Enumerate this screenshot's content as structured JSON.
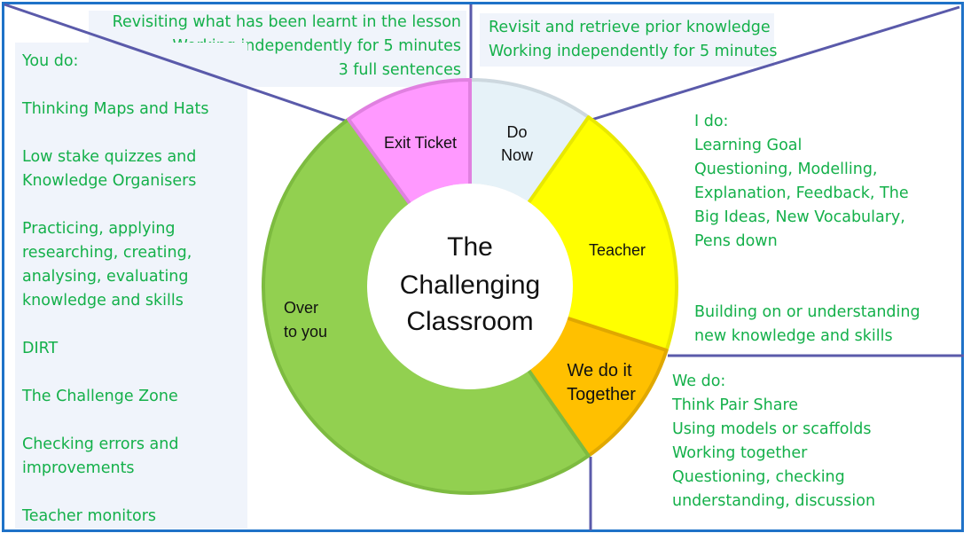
{
  "title": "The Challenging Classroom",
  "center_lines": [
    "The",
    "Challenging",
    "Classroom"
  ],
  "colors": {
    "frame": "#1f72c8",
    "connector": "#5a5aaa",
    "text_green": "#14b04a",
    "panel_bg": "#f0f4fb"
  },
  "segments": [
    {
      "id": "do-now",
      "lines": [
        "Do",
        "Now"
      ],
      "fill": "#e6f2f8",
      "stroke": "#cdd8df",
      "start_deg": 0,
      "end_deg": 35
    },
    {
      "id": "teacher",
      "lines": [
        "Teacher"
      ],
      "fill": "#ffff00",
      "stroke": "#e8e800",
      "start_deg": 35,
      "end_deg": 108
    },
    {
      "id": "we-do-it-together",
      "lines": [
        "We do it",
        "Together"
      ],
      "fill": "#ffc000",
      "stroke": "#e0a800",
      "start_deg": 108,
      "end_deg": 145
    },
    {
      "id": "over-to-you",
      "lines": [
        "Over",
        "to you"
      ],
      "fill": "#92d050",
      "stroke": "#7dbb40",
      "start_deg": 145,
      "end_deg": 324
    },
    {
      "id": "exit-ticket",
      "lines": [
        "Exit Ticket"
      ],
      "fill": "#ff99ff",
      "stroke": "#e080e0",
      "start_deg": 324,
      "end_deg": 360
    }
  ],
  "exit_ticket_note": {
    "lines": [
      "Revisiting what has been learnt in the lesson",
      "Working independently for 5 minutes",
      "3 full sentences"
    ]
  },
  "do_now_note": {
    "lines": [
      "Revisit and retrieve prior knowledge",
      "Working independently for 5 minutes"
    ]
  },
  "you_do": {
    "heading": "You do:",
    "items": [
      [
        "Thinking Maps and Hats"
      ],
      [
        "Low stake quizzes and",
        "Knowledge Organisers"
      ],
      [
        "Practicing, applying",
        "researching, creating,",
        "analysing, evaluating",
        "knowledge and skills"
      ],
      [
        "DIRT"
      ],
      [
        "The Challenge Zone"
      ],
      [
        "Checking errors and",
        "improvements"
      ],
      [
        "Teacher monitors"
      ]
    ]
  },
  "i_do": {
    "lines": [
      "I do:",
      "Learning Goal",
      "Questioning, Modelling,",
      "Explanation, Feedback, The",
      "Big Ideas, New Vocabulary,",
      "Pens down"
    ],
    "footer_lines": [
      "Building on or understanding",
      "new knowledge and skills"
    ]
  },
  "we_do": {
    "lines": [
      "We do:",
      "Think Pair Share",
      "Using models or scaffolds",
      "Working together",
      "Questioning, checking",
      "understanding, discussion"
    ]
  }
}
